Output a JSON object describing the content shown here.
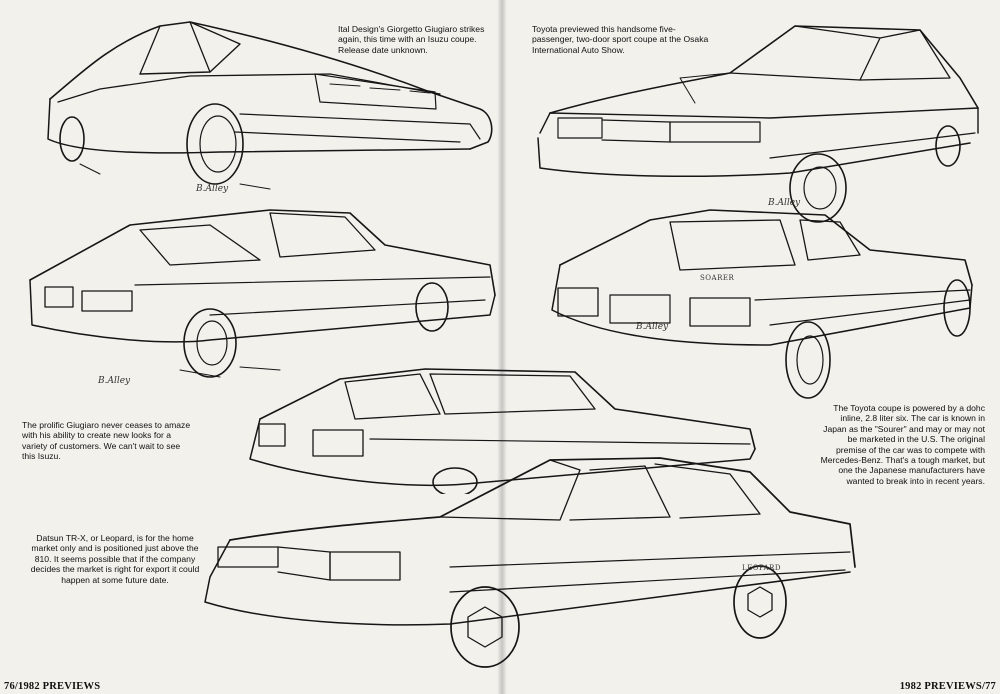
{
  "captions": {
    "isuzu_intro": "Ital Design's Giorgetto Giugiaro strikes again, this time with an Isuzu coupe. Release date unknown.",
    "toyota_intro": "Toyota previewed this handsome five-passenger, two-door sport coupe at the Osaka International Auto Show.",
    "giugiaro_praise": "The prolific Giugiaro never ceases to amaze with his ability to create new looks for a variety of customers. We can't wait to see this Isuzu.",
    "toyota_details": "The Toyota coupe is powered by a dohc inline, 2.8 liter six. The car is known in Japan as the \"Sourer\" and may or may not be marketed in the U.S. The original premise of the car was to compete with Mercedes-Benz. That's a tough market, but one the Japanese manufacturers have wanted to break into in recent years.",
    "datsun_leopard": "Datsun TR-X, or Leopard, is for the home market only and is positioned just above the 810. It seems possible that if the company decides the market is right for export it could happen at some future date."
  },
  "folios": {
    "left": "76/1982 PREVIEWS",
    "right": "1982 PREVIEWS/77"
  },
  "illustrations": {
    "isuzu_front_signature": "B.Alley",
    "isuzu_rear_signature": "B.Alley",
    "toyota_front_signature": "B.Alley",
    "toyota_rear_signature": "B.Alley",
    "toyota_badge": "SOARER",
    "datsun_side_badge": "LEOPARD"
  }
}
